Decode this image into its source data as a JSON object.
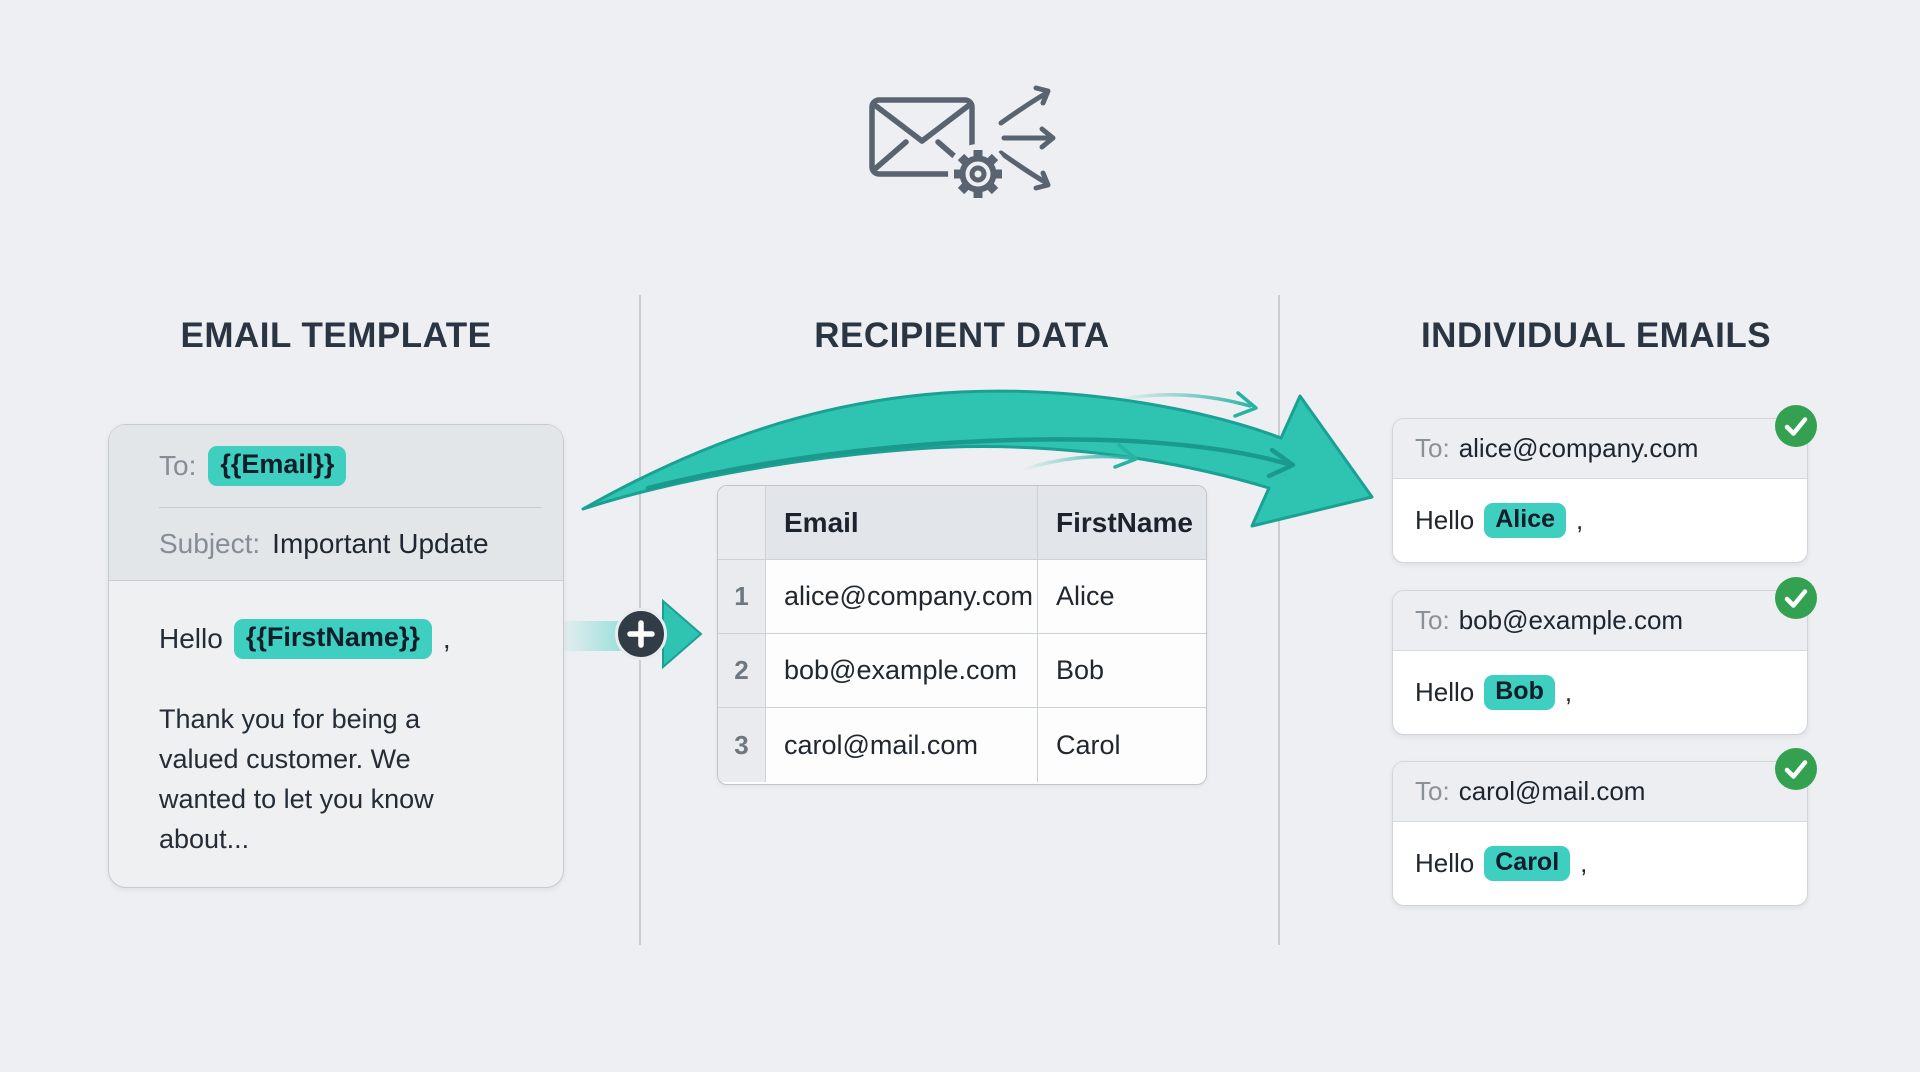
{
  "template": {
    "heading": "EMAIL TEMPLATE",
    "to_label": "To:",
    "to_value": "{{Email}}",
    "subject_label": "Subject:",
    "subject_value": "Important Update",
    "greeting_prefix": "Hello",
    "greeting_variable": "{{FirstName}}",
    "greeting_suffix": ",",
    "body_text": "Thank you for being a valued customer. We wanted to let you know about..."
  },
  "recipients": {
    "heading": "RECIPIENT DATA",
    "table": {
      "columns": [
        "Email",
        "FirstName"
      ],
      "rows": [
        {
          "num": "1",
          "email": "alice@company.com",
          "firstname": "Alice"
        },
        {
          "num": "2",
          "email": "bob@example.com",
          "firstname": "Bob"
        },
        {
          "num": "3",
          "email": "carol@mail.com",
          "firstname": "Carol"
        }
      ]
    }
  },
  "individual": {
    "heading": "INDIVIDUAL EMAILS",
    "emails": [
      {
        "to_label": "To:",
        "address": "alice@company.com",
        "greeting_prefix": "Hello",
        "name": "Alice",
        "greeting_suffix": ","
      },
      {
        "to_label": "To:",
        "address": "bob@example.com",
        "greeting_prefix": "Hello",
        "name": "Bob",
        "greeting_suffix": ","
      },
      {
        "to_label": "To:",
        "address": "carol@mail.com",
        "greeting_prefix": "Hello",
        "name": "Carol",
        "greeting_suffix": ","
      }
    ]
  },
  "colors": {
    "page_background": "#EDEFF2",
    "highlight_teal": "#3ECFC0",
    "arrow_teal": "#2FC4B2",
    "arrow_teal_dark": "#1BA094",
    "success_green": "#33A150",
    "heading_text": "#2B3541",
    "icon_gray": "#5A6470"
  }
}
